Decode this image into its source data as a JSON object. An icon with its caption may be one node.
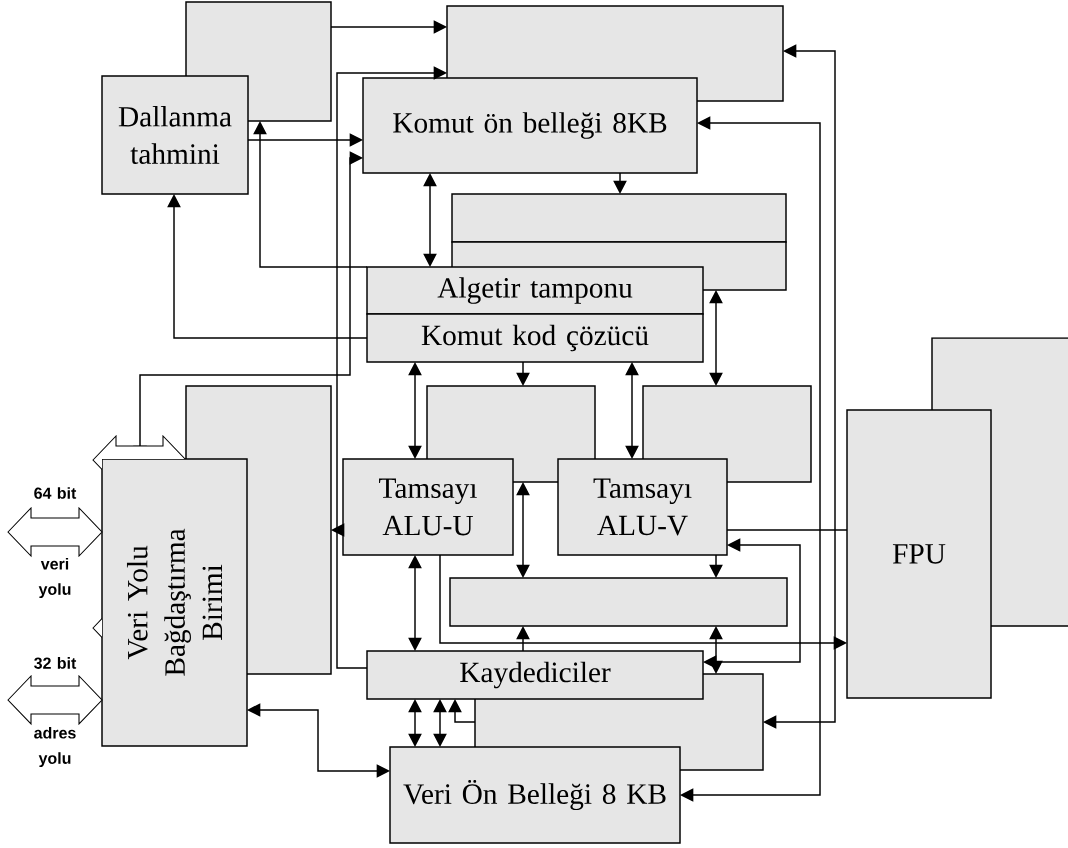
{
  "diagram": {
    "nodes": [
      {
        "text": [],
        "shape": "box"
      },
      {
        "text": [],
        "shape": "box"
      },
      {
        "text": [
          "Dallanma tahmini"
        ]
      },
      {
        "text": [
          "Komut ön belleği 8KB"
        ]
      },
      {
        "text": [],
        "shape": "box"
      },
      {
        "text": [],
        "shape": "box"
      },
      {
        "text": [
          "Algetir tamponu"
        ]
      },
      {
        "text": [
          "Komut kod çözücü"
        ]
      },
      {
        "text": [],
        "shape": "box"
      },
      {
        "text": [],
        "shape": "box"
      },
      {
        "text": [],
        "shape": "box"
      },
      {
        "text": [],
        "shape": "box"
      },
      {
        "text": [
          "FPU"
        ]
      },
      {
        "text": [
          "Veri Yolu Bağdaştırma Birimi"
        ]
      },
      {
        "text": [
          "Tamsayı ALU-U"
        ]
      },
      {
        "text": [
          "Tamsayı ALU-V"
        ]
      },
      {
        "text": [],
        "shape": "box"
      },
      {
        "text": [
          "Kaydediciler"
        ]
      },
      {
        "text": [],
        "shape": "box"
      },
      {
        "text": [
          "Veri Ön Belleği 8 KB"
        ]
      }
    ],
    "edges": [
      {
        "from": 0,
        "to": 1,
        "arrow": "to"
      },
      {
        "from": 2,
        "to": 3,
        "arrow": "to"
      },
      {
        "from": 17,
        "to": 1,
        "arrow": "to"
      },
      {
        "from": 13,
        "to": 3,
        "arrow": "both"
      },
      {
        "from": 13,
        "to": 19,
        "arrow": "both"
      },
      {
        "from": 6,
        "to": 0,
        "arrow": "to"
      },
      {
        "from": 7,
        "to": 2,
        "arrow": "to"
      },
      {
        "from": 3,
        "to": 6,
        "arrow": "both"
      },
      {
        "from": 3,
        "to": 4,
        "arrow": "to"
      },
      {
        "from": 3,
        "to": 19,
        "arrow": "both"
      },
      {
        "from": 18,
        "to": 1,
        "arrow": "both"
      },
      {
        "from": 5,
        "to": 11,
        "arrow": "both"
      },
      {
        "from": 7,
        "to": 14,
        "arrow": "both"
      },
      {
        "from": 7,
        "to": 10,
        "arrow": "to"
      },
      {
        "from": 7,
        "to": 15,
        "arrow": "both"
      },
      {
        "from": 10,
        "to": 16,
        "arrow": "both"
      },
      {
        "from": 15,
        "to": 16,
        "arrow": "to"
      },
      {
        "from": 14,
        "to": 17,
        "arrow": "both"
      },
      {
        "from": 15,
        "to": 17,
        "arrow": "both"
      },
      {
        "from": 17,
        "to": 16,
        "arrow": "to"
      },
      {
        "from": 16,
        "to": 18,
        "arrow": "both"
      },
      {
        "from": 17,
        "to": 19,
        "arrow": "both"
      },
      {
        "from": 17,
        "to": 19,
        "arrow": "both"
      },
      {
        "from": 18,
        "to": 17,
        "arrow": "to"
      },
      {
        "from": 14,
        "to": 12,
        "arrow": "to"
      },
      {
        "from": 15,
        "to": 12,
        "arrow": "none"
      },
      {
        "from": 14,
        "to": 9,
        "arrow": "to"
      },
      {
        "from": null,
        "to": 13,
        "arrow": "both",
        "style": "thick"
      },
      {
        "from": null,
        "to": 13,
        "arrow": "both",
        "style": "thick"
      },
      {
        "from": null,
        "to": 9,
        "arrow": "both",
        "style": "thick"
      },
      {
        "from": null,
        "to": 9,
        "arrow": "both",
        "style": "thick"
      }
    ],
    "labels": [
      "64 bit",
      "veri yolu",
      "32 bit",
      "adres yolu"
    ]
  }
}
